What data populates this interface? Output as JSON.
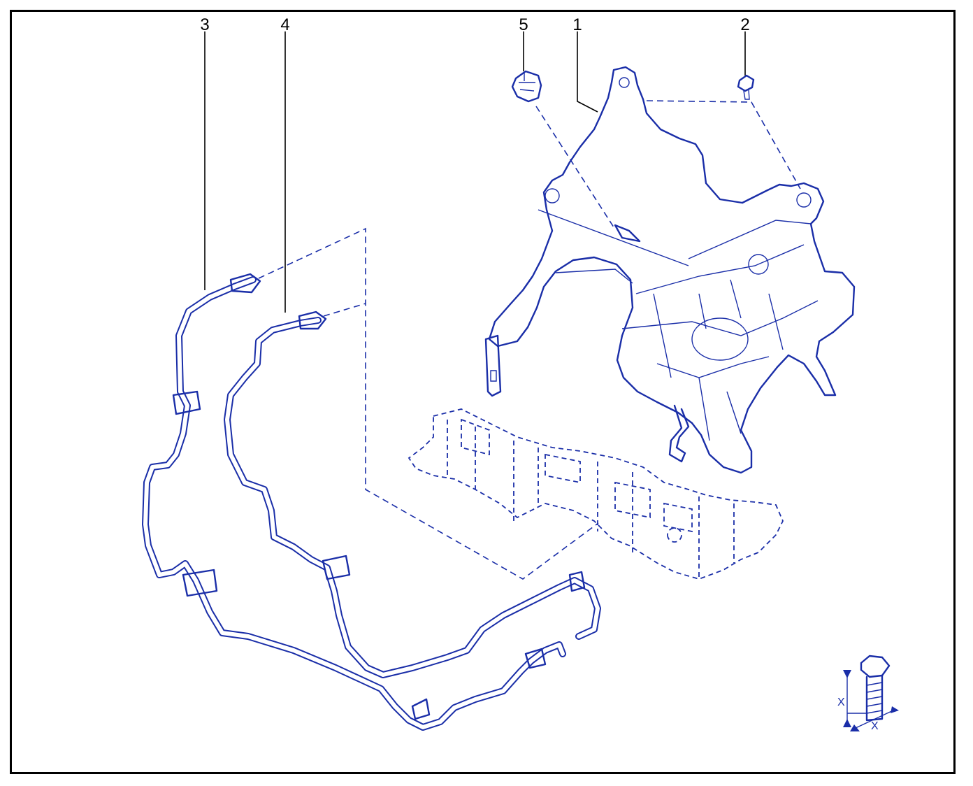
{
  "diagram": {
    "callouts": [
      {
        "id": "1",
        "text": "1"
      },
      {
        "id": "2",
        "text": "2"
      },
      {
        "id": "3",
        "text": "3"
      },
      {
        "id": "4",
        "text": "4"
      },
      {
        "id": "5",
        "text": "5"
      }
    ],
    "torque_symbol": {
      "label_a": "X",
      "label_b": "X"
    },
    "colors": {
      "line": "#1a2ea8",
      "frame": "#000000",
      "leader": "#000000"
    }
  }
}
